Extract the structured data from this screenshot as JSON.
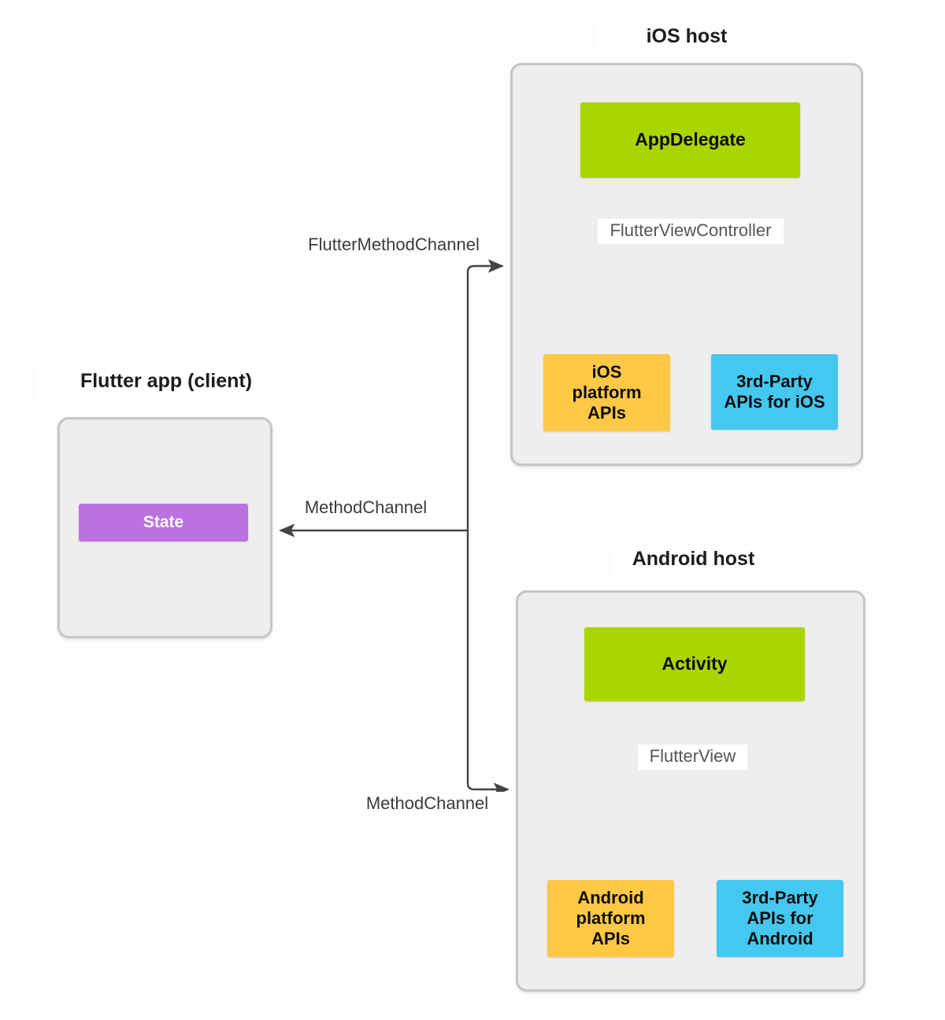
{
  "diagram": {
    "title": "Flutter platform channels architecture",
    "colors": {
      "host_container_fill": "#eeeeee",
      "host_container_border": "#c6c6c6",
      "green": "#aad500",
      "orange": "#ffc846",
      "blue": "#44c8f0",
      "purple": "#bb72de",
      "connector": "#444444",
      "background": "#fdfdfd",
      "label_text": "#555555"
    },
    "groups": {
      "flutter_app": {
        "title": "Flutter app (client)",
        "nodes": [
          {
            "id": "state",
            "label": "State",
            "color": "purple"
          }
        ]
      },
      "ios_host": {
        "title": "iOS host",
        "nodes": [
          {
            "id": "appdelegate",
            "label": "AppDelegate",
            "color": "green"
          },
          {
            "id": "ios-platform-apis",
            "label": "iOS platform APIs",
            "color": "orange"
          },
          {
            "id": "3rd-party-ios",
            "label": "3rd-Party APIs for iOS",
            "color": "blue"
          }
        ],
        "internal_edge_label": "FlutterViewController"
      },
      "android_host": {
        "title": "Android host",
        "nodes": [
          {
            "id": "activity",
            "label": "Activity",
            "color": "green"
          },
          {
            "id": "android-platform-apis",
            "label": "Android platform APIs",
            "color": "orange"
          },
          {
            "id": "3rd-party-android",
            "label": "3rd-Party APIs for Android",
            "color": "blue"
          }
        ],
        "internal_edge_label": "FlutterView"
      }
    },
    "edges": [
      {
        "id": "flutter-method-channel",
        "label": "FlutterMethodChannel",
        "from": "flutter-app",
        "to": "ios-host",
        "direction": "to-host"
      },
      {
        "id": "method-channel-to-state",
        "label": "MethodChannel",
        "from": "hosts",
        "to": "state",
        "direction": "to-client"
      },
      {
        "id": "method-channel-to-android",
        "label": "MethodChannel",
        "from": "flutter-app",
        "to": "android-host",
        "direction": "to-host"
      },
      {
        "id": "flutterviewcontroller",
        "label": "FlutterViewController",
        "from": "appdelegate",
        "to": [
          "ios-platform-apis",
          "3rd-party-ios"
        ]
      },
      {
        "id": "flutterview",
        "label": "FlutterView",
        "from": "activity",
        "to": [
          "android-platform-apis",
          "3rd-party-android"
        ]
      }
    ],
    "node_labels": {
      "appdelegate": "AppDelegate",
      "activity": "Activity",
      "state": "State",
      "ios_platform_apis": "iOS\nplatform\nAPIs",
      "ios_platform_apis_lines": [
        "iOS",
        "platform",
        "APIs"
      ],
      "third_party_ios_lines": [
        "3rd-Party",
        "APIs for iOS"
      ],
      "android_platform_apis_lines": [
        "Android",
        "platform",
        "APIs"
      ],
      "third_party_android_lines": [
        "3rd-Party",
        "APIs for",
        "Android"
      ]
    },
    "titles": {
      "ios_host": "iOS host",
      "android_host": "Android host",
      "flutter_app": "Flutter app (client)"
    },
    "edge_labels": {
      "flutterviewcontroller": "FlutterViewController",
      "flutterview": "FlutterView",
      "flutter_method_channel": "FlutterMethodChannel",
      "method_channel_top": "MethodChannel",
      "method_channel_bottom": "MethodChannel"
    }
  }
}
